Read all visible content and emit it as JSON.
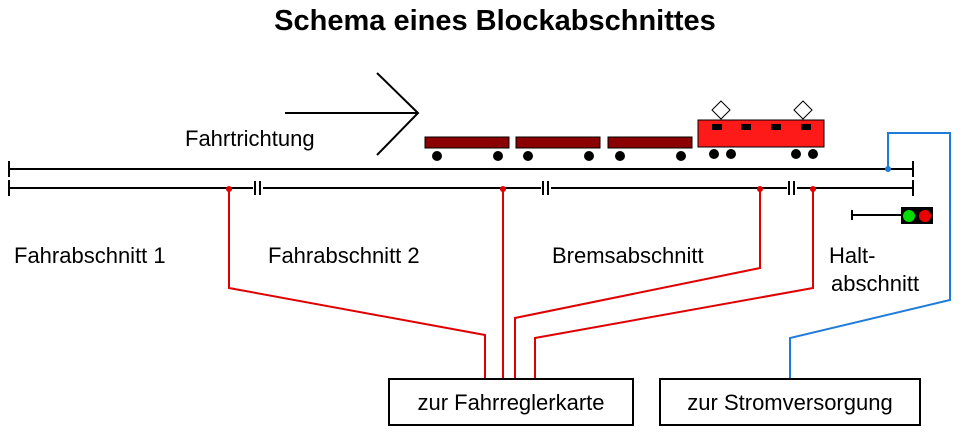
{
  "title": "Schema eines Blockabschnittes",
  "direction_label": "Fahrtrichtung",
  "sections": [
    {
      "label": "Fahrabschnitt 1"
    },
    {
      "label": "Fahrabschnitt 2"
    },
    {
      "label": "Bremsabschnitt"
    },
    {
      "label": "Halt-",
      "label2": "abschnitt"
    }
  ],
  "boxes": {
    "controller": "zur Fahrreglerkarte",
    "power": "zur Stromversorgung"
  },
  "colors": {
    "wagon": "#8b0000",
    "locomotive": "#ff1a1a",
    "wire_control": "#e00000",
    "wire_power": "#1e7bd9",
    "signal_green": "#00dd00",
    "signal_red": "#ee0000"
  }
}
